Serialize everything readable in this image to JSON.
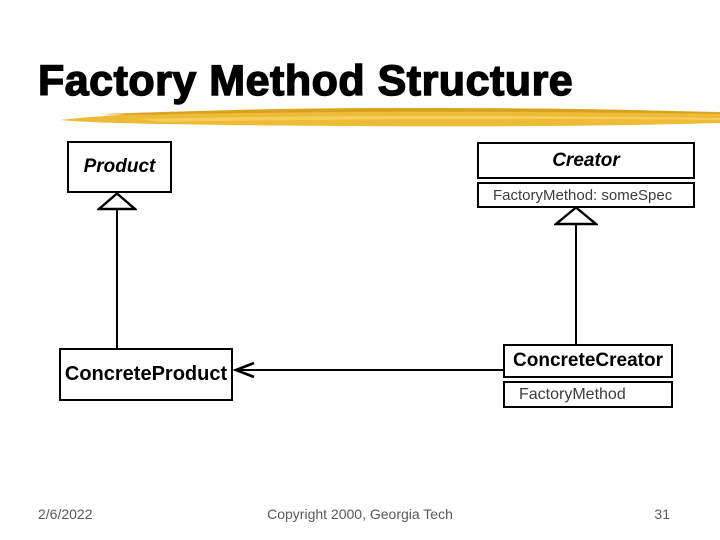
{
  "slide": {
    "title": "Factory Method Structure",
    "footer": {
      "date": "2/6/2022",
      "copyright": "Copyright 2000, Georgia Tech",
      "page_number": "31"
    }
  },
  "diagram": {
    "type": "uml-class-diagram",
    "classes": {
      "product": {
        "name": "Product"
      },
      "creator": {
        "name": "Creator",
        "method": "FactoryMethod: someSpec"
      },
      "concrete_product": {
        "name": "ConcreteProduct"
      },
      "concrete_creator": {
        "name": "ConcreteCreator",
        "method": "FactoryMethod"
      }
    },
    "relations": [
      {
        "type": "inheritance",
        "from": "ConcreteProduct",
        "to": "Product"
      },
      {
        "type": "inheritance",
        "from": "ConcreteCreator",
        "to": "Creator"
      },
      {
        "type": "association-arrow",
        "from": "ConcreteCreator",
        "to": "ConcreteProduct"
      }
    ]
  },
  "colors": {
    "bg": "#ffffff",
    "ink": "#000000",
    "gold": "#edbb35",
    "gold-dark": "#d39d1c",
    "gold-light": "#f6d262",
    "method-ink": "#3d3d3d",
    "footer-ink": "#595959"
  }
}
